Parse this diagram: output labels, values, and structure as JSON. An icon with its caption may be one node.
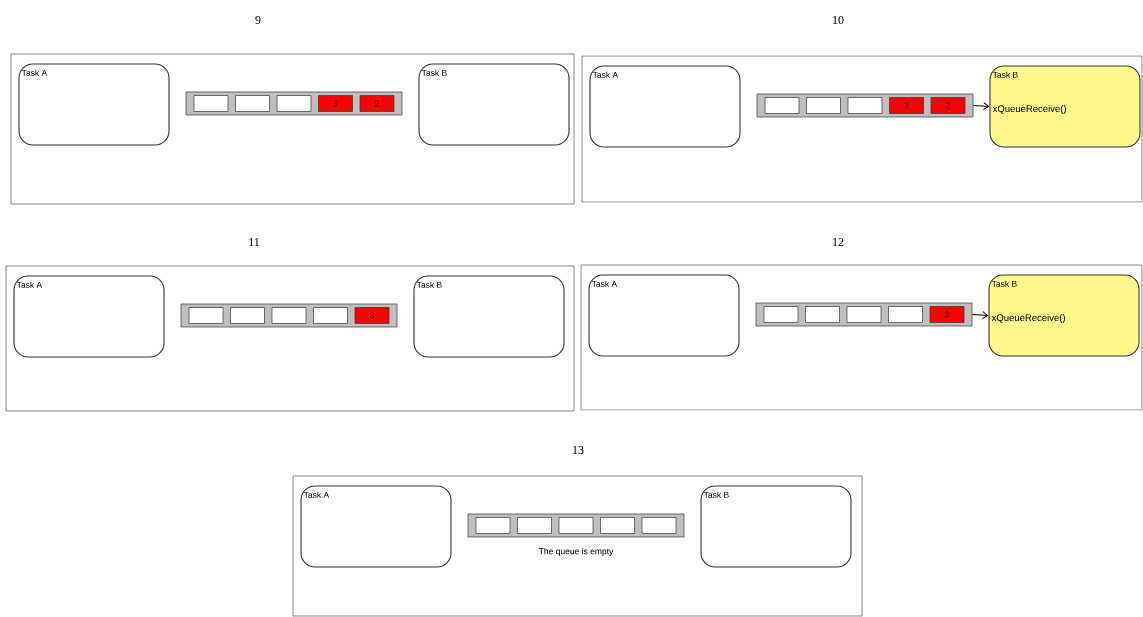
{
  "diagram": {
    "nodes": [
      {
        "text": [
          "9"
        ]
      },
      {
        "text": [
          "Task A"
        ],
        "in": 0
      },
      {
        "text": [],
        "shape": "bar",
        "in": 0
      },
      {
        "text": [],
        "shape": "box",
        "in": 2
      },
      {
        "text": [],
        "shape": "box",
        "in": 2
      },
      {
        "text": [],
        "shape": "box",
        "in": 2
      },
      {
        "text": [
          "3"
        ],
        "in": 2
      },
      {
        "text": [
          "2"
        ],
        "in": 2
      },
      {
        "text": [
          "Task B"
        ],
        "in": 0
      },
      {
        "text": [
          "10"
        ]
      },
      {
        "text": [
          "Task A"
        ],
        "in": 9
      },
      {
        "text": [],
        "shape": "bar",
        "in": 9
      },
      {
        "text": [],
        "shape": "box",
        "in": 11
      },
      {
        "text": [],
        "shape": "box",
        "in": 11
      },
      {
        "text": [],
        "shape": "box",
        "in": 11
      },
      {
        "text": [
          "3"
        ],
        "in": 11
      },
      {
        "text": [
          "2"
        ],
        "in": 11
      },
      {
        "text": [
          "Task B",
          "xQueueReceive()"
        ],
        "in": 9
      },
      {
        "text": [
          "11"
        ]
      },
      {
        "text": [
          "Task A"
        ],
        "in": 18
      },
      {
        "text": [],
        "shape": "bar",
        "in": 18
      },
      {
        "text": [],
        "shape": "box",
        "in": 20
      },
      {
        "text": [],
        "shape": "box",
        "in": 20
      },
      {
        "text": [],
        "shape": "box",
        "in": 20
      },
      {
        "text": [],
        "shape": "box",
        "in": 20
      },
      {
        "text": [
          "3"
        ],
        "in": 20
      },
      {
        "text": [
          "Task B"
        ],
        "in": 18
      },
      {
        "text": [
          "12"
        ]
      },
      {
        "text": [
          "Task A"
        ],
        "in": 27
      },
      {
        "text": [],
        "shape": "bar",
        "in": 27
      },
      {
        "text": [],
        "shape": "box",
        "in": 29
      },
      {
        "text": [],
        "shape": "box",
        "in": 29
      },
      {
        "text": [],
        "shape": "box",
        "in": 29
      },
      {
        "text": [],
        "shape": "box",
        "in": 29
      },
      {
        "text": [
          "3"
        ],
        "in": 29
      },
      {
        "text": [
          "Task B",
          "xQueueReceive()"
        ],
        "in": 27
      },
      {
        "text": [
          "13"
        ]
      },
      {
        "text": [
          "Task A"
        ],
        "in": 36
      },
      {
        "text": [],
        "shape": "bar",
        "in": 36,
        "beside": [
          "The queue is empty"
        ]
      },
      {
        "text": [],
        "shape": "box",
        "in": 38
      },
      {
        "text": [],
        "shape": "box",
        "in": 38
      },
      {
        "text": [],
        "shape": "box",
        "in": 38
      },
      {
        "text": [],
        "shape": "box",
        "in": 38
      },
      {
        "text": [],
        "shape": "box",
        "in": 38
      },
      {
        "text": [
          "Task B"
        ],
        "in": 36
      }
    ],
    "edges": [
      {
        "from": 11,
        "to": 17,
        "arrow": "to"
      },
      {
        "from": 29,
        "to": 35,
        "arrow": "to"
      }
    ]
  }
}
